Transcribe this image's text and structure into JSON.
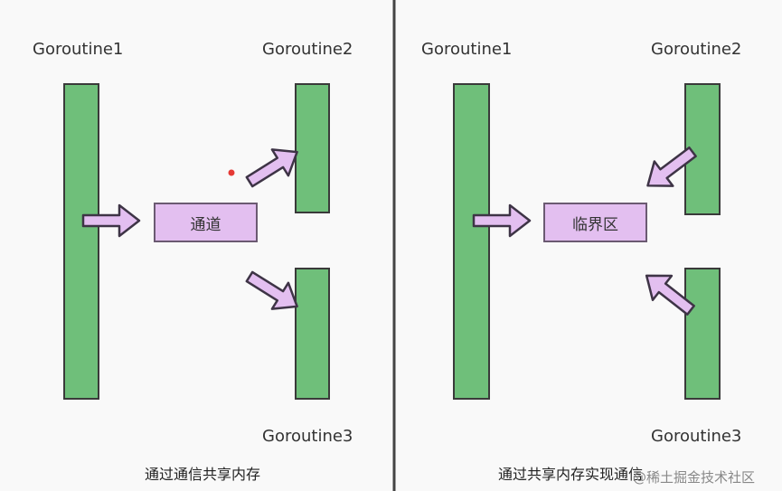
{
  "colors": {
    "bar_fill": "#6fbf7a",
    "bar_stroke": "#3a3a3a",
    "arrow_fill": "#e3bff0",
    "arrow_stroke": "#3e3446",
    "box_fill": "#e3bff0",
    "divider": "#444444",
    "dot": "#e53935"
  },
  "left_panel": {
    "goroutine1": "Goroutine1",
    "goroutine2": "Goroutine2",
    "goroutine3": "Goroutine3",
    "center_box": "通道",
    "caption": "通过通信共享内存"
  },
  "right_panel": {
    "goroutine1": "Goroutine1",
    "goroutine2": "Goroutine2",
    "goroutine3": "Goroutine3",
    "center_box": "临界区",
    "caption": "通过共享内存实现通信"
  },
  "watermark": "@稀土掘金技术社区"
}
